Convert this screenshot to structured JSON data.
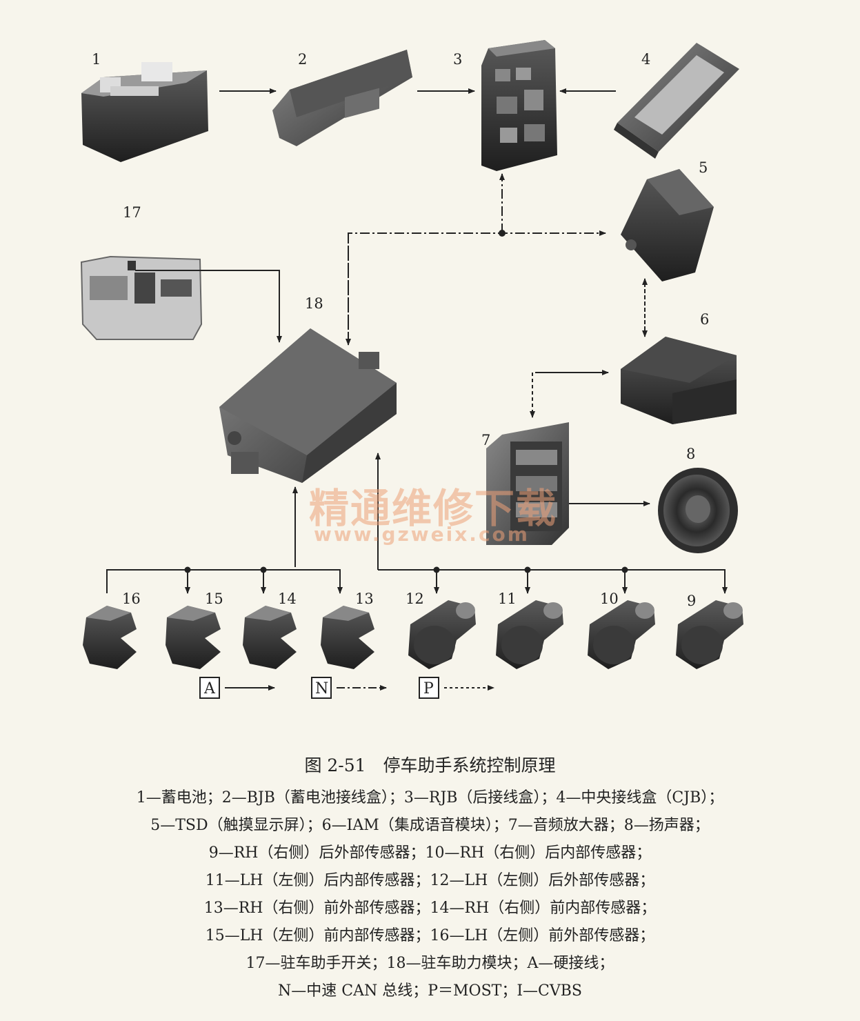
{
  "components": [
    {
      "id": "1"
    },
    {
      "id": "2"
    },
    {
      "id": "3"
    },
    {
      "id": "4"
    },
    {
      "id": "5"
    },
    {
      "id": "6"
    },
    {
      "id": "7"
    },
    {
      "id": "8"
    },
    {
      "id": "9"
    },
    {
      "id": "10"
    },
    {
      "id": "11"
    },
    {
      "id": "12"
    },
    {
      "id": "13"
    },
    {
      "id": "14"
    },
    {
      "id": "15"
    },
    {
      "id": "16"
    },
    {
      "id": "17"
    },
    {
      "id": "18"
    }
  ],
  "legend": {
    "a": "A",
    "n": "N",
    "p": "P"
  },
  "watermark": {
    "cn": "精通维修下载",
    "url": "www.gzweix.com"
  },
  "caption": {
    "title": "图 2-51　停车助手系统控制原理",
    "lines": [
      "1—蓄电池；2—BJB（蓄电池接线盒）；3—RJB（后接线盒）；4—中央接线盒（CJB）；",
      "5—TSD（触摸显示屏）；6—IAM（集成语音模块）；7—音频放大器；8—扬声器；",
      "9—RH（右侧）后外部传感器；10—RH（右侧）后内部传感器；",
      "11—LH（左侧）后内部传感器；12—LH（左侧）后外部传感器；",
      "13—RH（右侧）前外部传感器；14—RH（右侧）前内部传感器；",
      "15—LH（左侧）前内部传感器；16—LH（左侧）前外部传感器；",
      "17—驻车助手开关；18—驻车助力模块；A—硬接线；",
      "N—中速 CAN 总线；P＝MOST；I—CVBS"
    ]
  }
}
